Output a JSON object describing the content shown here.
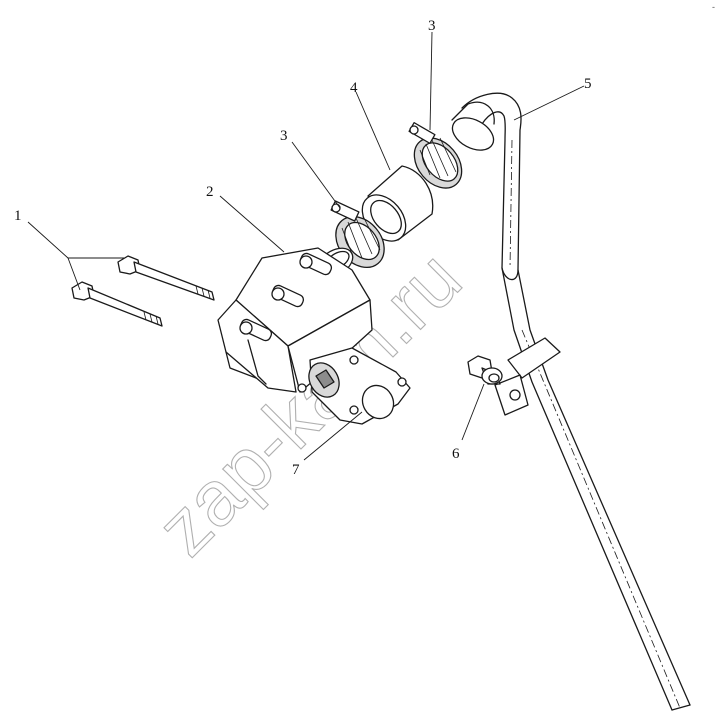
{
  "callouts": [
    {
      "id": "1",
      "label": "1"
    },
    {
      "id": "2",
      "label": "2"
    },
    {
      "id": "3a",
      "label": "3"
    },
    {
      "id": "3b",
      "label": "3"
    },
    {
      "id": "4",
      "label": "4"
    },
    {
      "id": "5",
      "label": "5"
    },
    {
      "id": "6",
      "label": "6"
    },
    {
      "id": "7",
      "label": "7"
    }
  ],
  "watermark": "zap-kam.ru",
  "corner_mark": "-"
}
